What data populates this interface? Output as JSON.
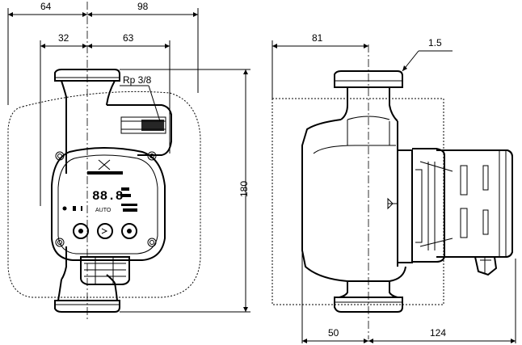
{
  "dimensions": {
    "top_left": "64",
    "top_right": "98",
    "inner_left": "32",
    "inner_right": "63",
    "height": "180",
    "side_width": "81",
    "thickness": "1.5",
    "bottom_left": "50",
    "bottom_right": "124"
  },
  "thread_label": "Rp 3/8",
  "display": {
    "digits": "88.8",
    "mode_text": "AUTO"
  }
}
